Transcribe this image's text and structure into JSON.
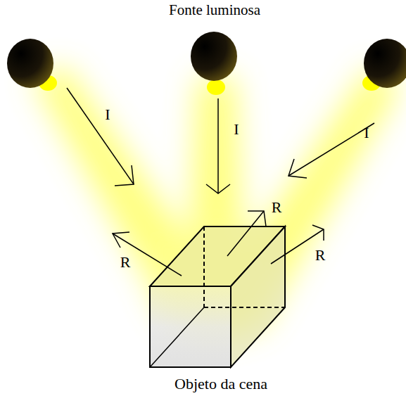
{
  "diagram": {
    "nodes": [
      {
        "text": [
          "Objeto da cena"
        ]
      }
    ],
    "labels": [
      "Fonte luminosa",
      "I",
      "I",
      "I",
      "R",
      "R",
      "R"
    ]
  }
}
